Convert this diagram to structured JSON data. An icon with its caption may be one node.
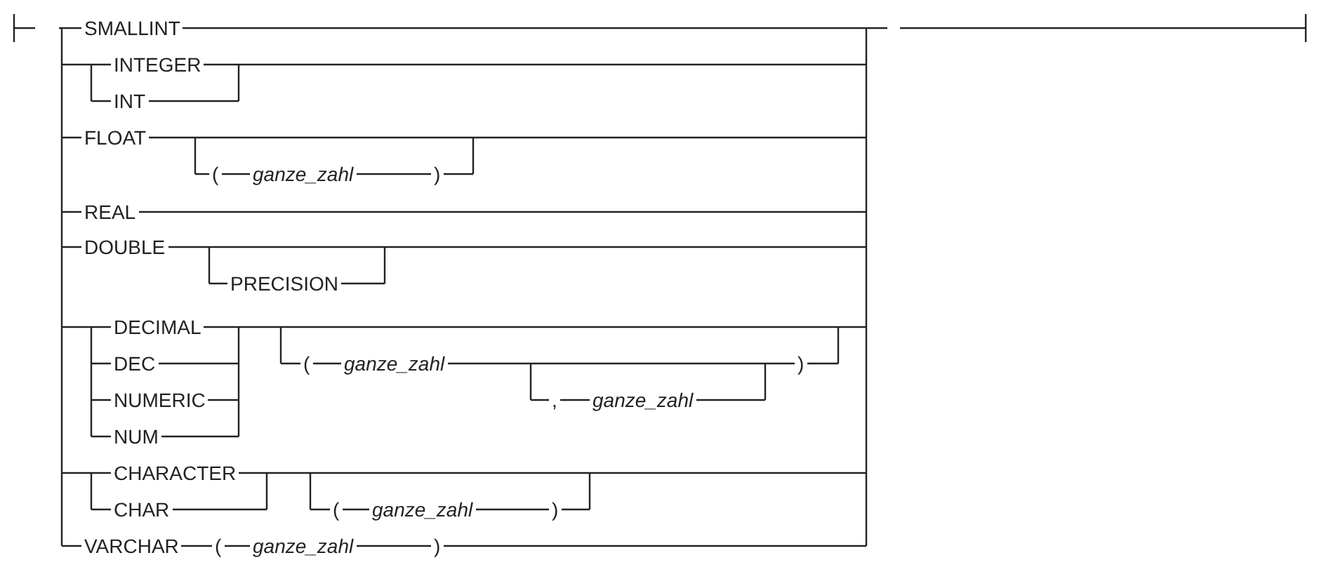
{
  "diagram": {
    "labels": [
      "SMALLINT",
      "INTEGER",
      "INT",
      "FLOAT",
      "(",
      "ganze_zahl",
      ")",
      "REAL",
      "DOUBLE",
      "PRECISION",
      "DECIMAL",
      "DEC",
      "(",
      "ganze_zahl",
      ")",
      "NUMERIC",
      ",",
      "ganze_zahl",
      "NUM",
      "CHARACTER",
      "CHAR",
      "(",
      "ganze_zahl",
      ")",
      "VARCHAR",
      "(",
      "ganze_zahl",
      ")"
    ]
  }
}
